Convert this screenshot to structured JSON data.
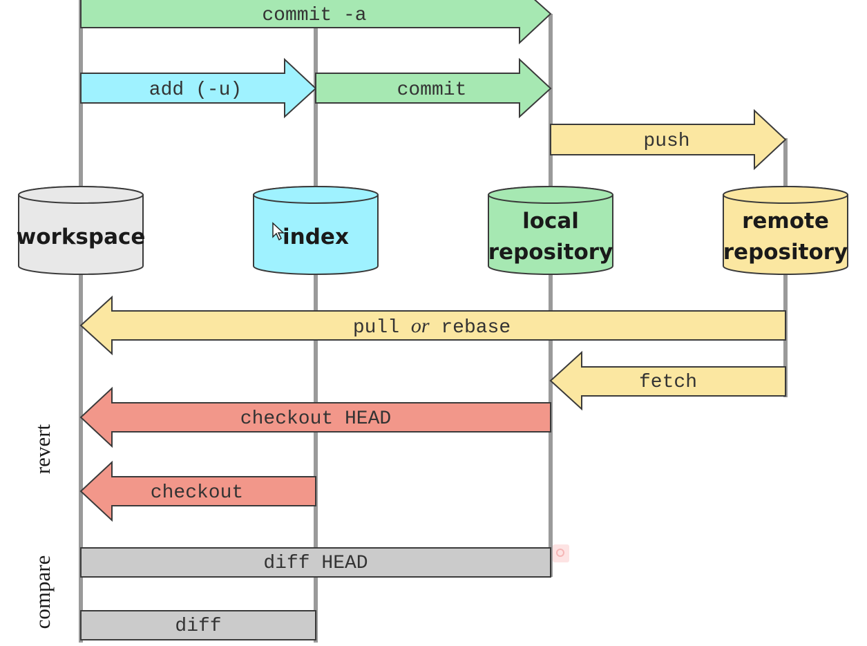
{
  "stores": {
    "workspace": {
      "label": "workspace",
      "color": "#e8e8e8"
    },
    "index": {
      "label": "index",
      "color": "#9ff2ff"
    },
    "local": {
      "line1": "local",
      "line2": "repository",
      "color": "#a6e8b2"
    },
    "remote": {
      "line1": "remote",
      "line2": "repository",
      "color": "#fbe7a1"
    }
  },
  "arrows": {
    "commit_a": {
      "label": "commit -a",
      "color": "#a6e8b2"
    },
    "add": {
      "label": "add (-u)",
      "color": "#9ff2ff"
    },
    "commit": {
      "label": "commit",
      "color": "#a6e8b2"
    },
    "push": {
      "label": "push",
      "color": "#fbe7a1"
    },
    "pull": {
      "label_pre": "pull ",
      "label_mid": "or",
      "label_post": " rebase",
      "color": "#fbe7a1"
    },
    "fetch": {
      "label": "fetch",
      "color": "#fbe7a1"
    },
    "checkout_head": {
      "label": "checkout HEAD",
      "color": "#f2978a"
    },
    "checkout": {
      "label": "checkout",
      "color": "#f2978a"
    }
  },
  "bars": {
    "diff_head": {
      "label": "diff HEAD",
      "color": "#cbcbcb"
    },
    "diff": {
      "label": "diff",
      "color": "#cbcbcb"
    }
  },
  "sections": {
    "revert": "revert",
    "compare": "compare"
  }
}
